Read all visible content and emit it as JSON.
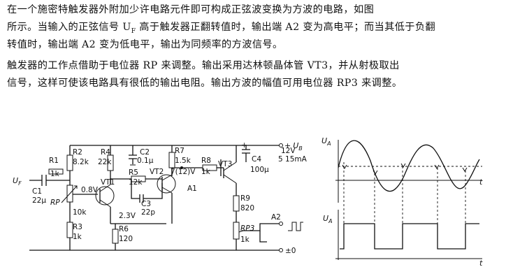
{
  "paragraph1": {
    "line1": "在一个施密特触发器外附加少许电路元件即可构成正弦波变换为方波的电路，如图",
    "line2": "所示。当输入的正弦信号 U",
    "line2_sub": "F",
    "line2_rest": " 高于触发器正翻转值时，输出端 A2 变为高电平；而当其低于负翻",
    "line3": "转值时，输出端 A2 变为低电平，输出为同频率的方波信号。"
  },
  "paragraph2": {
    "line1": "触发器的工作点借助于电位器 RP 来调整。输出采用达林顿晶体管 VT3，并从射极取出",
    "line2": "信号，这样可使该电路具有很低的输出电阻。输出方波的幅值可用电位器 RP3 来调整。"
  },
  "circuit": {
    "r1": "R1",
    "r1_val": "1k",
    "r2": "R2",
    "r2_val": "8.2k",
    "r3": "R3",
    "r3_val": "1k",
    "r4": "R4",
    "r4_val": "22k",
    "r5": "R5",
    "r5_val": "12k",
    "r6": "R6",
    "r6_val": "120",
    "r7": "R7",
    "r7_val": "1.5k",
    "r8": "R8",
    "r8_val": "1k",
    "r9": "R9",
    "r9_val": "820",
    "c1": "C1",
    "c1_val": "22μ",
    "c2": "C2",
    "c2_val": "0.1μ",
    "c3": "C3",
    "c3_val": "22p",
    "c4": "C4",
    "c4_val": "100μ",
    "rp": "RP",
    "rp_val": "10k",
    "rp3": "RP3",
    "rp3_val": "1k",
    "vt1": "VT1",
    "vt2": "VT2",
    "vt3": "VT3",
    "uf": "U",
    "uf_sub": "F",
    "ub_plus": "+",
    "ub": "U",
    "ub_sub": "B",
    "supply_v": "12V",
    "supply_i": "5  15mA",
    "v_08": "0.8V",
    "v_23": "2.3V",
    "v_7": "7(12)V",
    "a1": "A1",
    "a2": "A2",
    "gnd": "±0"
  },
  "waveforms": {
    "top_axis": "U",
    "top_axis_sub": "A",
    "bottom_axis": "U",
    "bottom_axis_sub": "A",
    "t_top": "t",
    "t_bottom": "t"
  }
}
